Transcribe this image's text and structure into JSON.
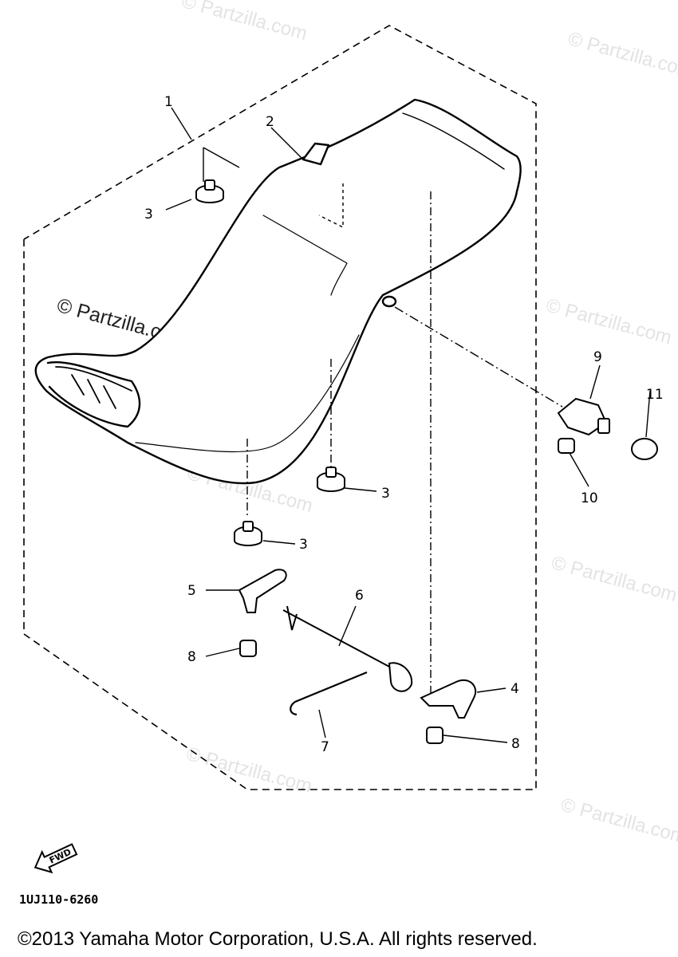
{
  "diagram": {
    "part_callouts": [
      "1",
      "2",
      "3",
      "3",
      "3",
      "4",
      "5",
      "6",
      "7",
      "8",
      "8",
      "9",
      "10",
      "11"
    ],
    "direction_label": "FWD",
    "reference_code": "1UJ110-6260",
    "watermark_text": "© Partzilla.com",
    "copyright": "©2013  Yamaha Motor Corporation, U.S.A. All rights reserved."
  }
}
